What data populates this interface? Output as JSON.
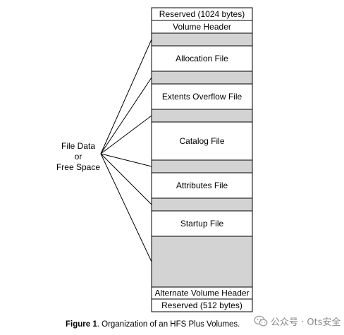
{
  "diagram": {
    "blocks": [
      {
        "label": "Reserved (1024 bytes)",
        "kind": "region"
      },
      {
        "label": "Volume Header",
        "kind": "region"
      },
      {
        "label": "",
        "kind": "free"
      },
      {
        "label": "Allocation File",
        "kind": "region"
      },
      {
        "label": "",
        "kind": "free"
      },
      {
        "label": "Extents Overflow File",
        "kind": "region"
      },
      {
        "label": "",
        "kind": "free"
      },
      {
        "label": "Catalog File",
        "kind": "region"
      },
      {
        "label": "",
        "kind": "free"
      },
      {
        "label": "Attributes File",
        "kind": "region"
      },
      {
        "label": "",
        "kind": "free"
      },
      {
        "label": "Startup File",
        "kind": "region"
      },
      {
        "label": "",
        "kind": "free"
      },
      {
        "label": "Alternate Volume Header",
        "kind": "region"
      },
      {
        "label": "Reserved (512 bytes)",
        "kind": "region"
      }
    ],
    "side_label_lines": [
      "File Data",
      "or",
      "Free Space"
    ],
    "colors": {
      "free": "#d3d3d3",
      "region": "#ffffff",
      "stroke": "#000000"
    }
  },
  "caption": {
    "figure_label": "Figure 1",
    "text": ". Organization of an HFS Plus Volumes."
  },
  "watermark": {
    "icon": "wechat-icon",
    "text": "公众号 · Ots安全"
  }
}
